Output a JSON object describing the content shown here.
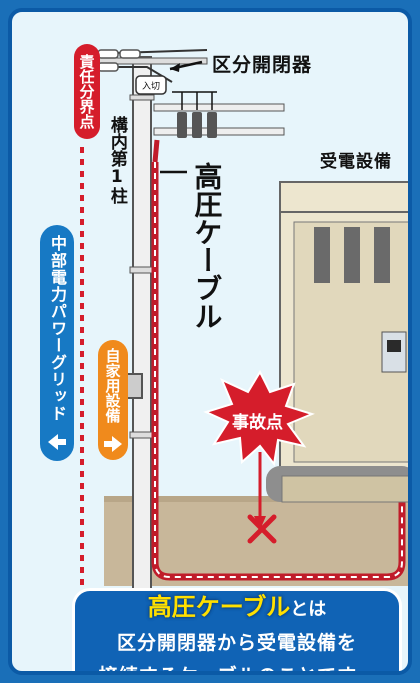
{
  "labels": {
    "switch": "区分開閉器",
    "in_off": "入|切",
    "equipment": "受電設備",
    "cable": "高圧ケーブル",
    "pole": "構内第1柱",
    "responsibility": "責任分界点",
    "grid": "中部電力パワーグリッド",
    "own_equipment": "自家用設備",
    "accident": "事故点"
  },
  "explanation": {
    "highlight": "高圧ケーブル",
    "suffix": "とは",
    "line1": "区分開閉器から受電設備を",
    "line2": "接続するケーブルのことです。"
  },
  "colors": {
    "frame": "#0b5aa6",
    "background": "#e7f5fb",
    "red": "#d51d2b",
    "blue": "#1779c4",
    "orange": "#f08a1c",
    "highlight": "#ffe000"
  }
}
